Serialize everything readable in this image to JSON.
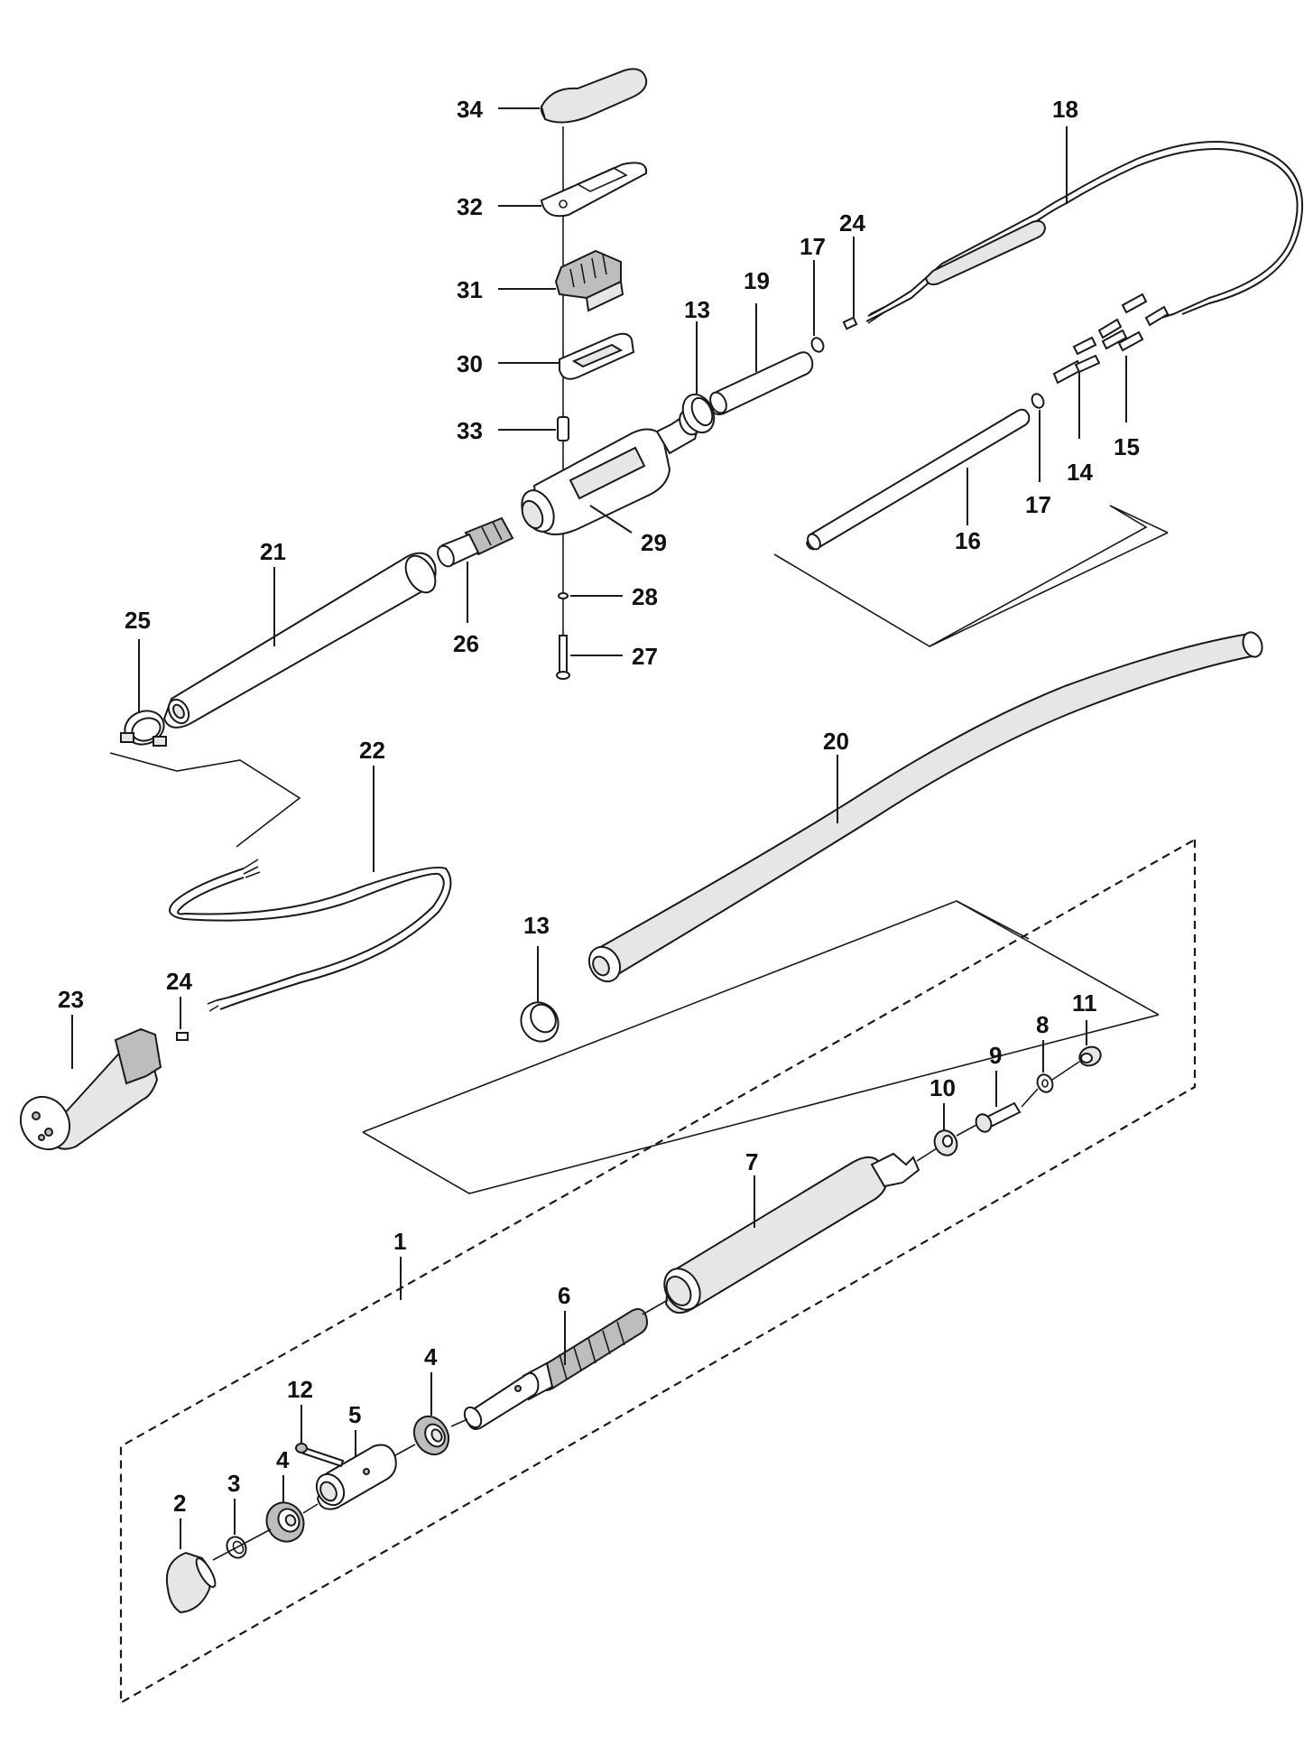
{
  "callouts": {
    "c34": "34",
    "c32": "32",
    "c31": "31",
    "c30": "30",
    "c33": "33",
    "c18": "18",
    "c17a": "17",
    "c24a": "24",
    "c19": "19",
    "c13a": "13",
    "c14": "14",
    "c15": "15",
    "c17b": "17",
    "c16": "16",
    "c29": "29",
    "c21": "21",
    "c25": "25",
    "c26": "26",
    "c28": "28",
    "c27": "27",
    "c20": "20",
    "c22": "22",
    "c13b": "13",
    "c23": "23",
    "c24b": "24",
    "c11": "11",
    "c8": "8",
    "c9": "9",
    "c10": "10",
    "c7": "7",
    "c1": "1",
    "c6": "6",
    "c4a": "4",
    "c12": "12",
    "c5": "5",
    "c4b": "4",
    "c3": "3",
    "c2": "2"
  }
}
